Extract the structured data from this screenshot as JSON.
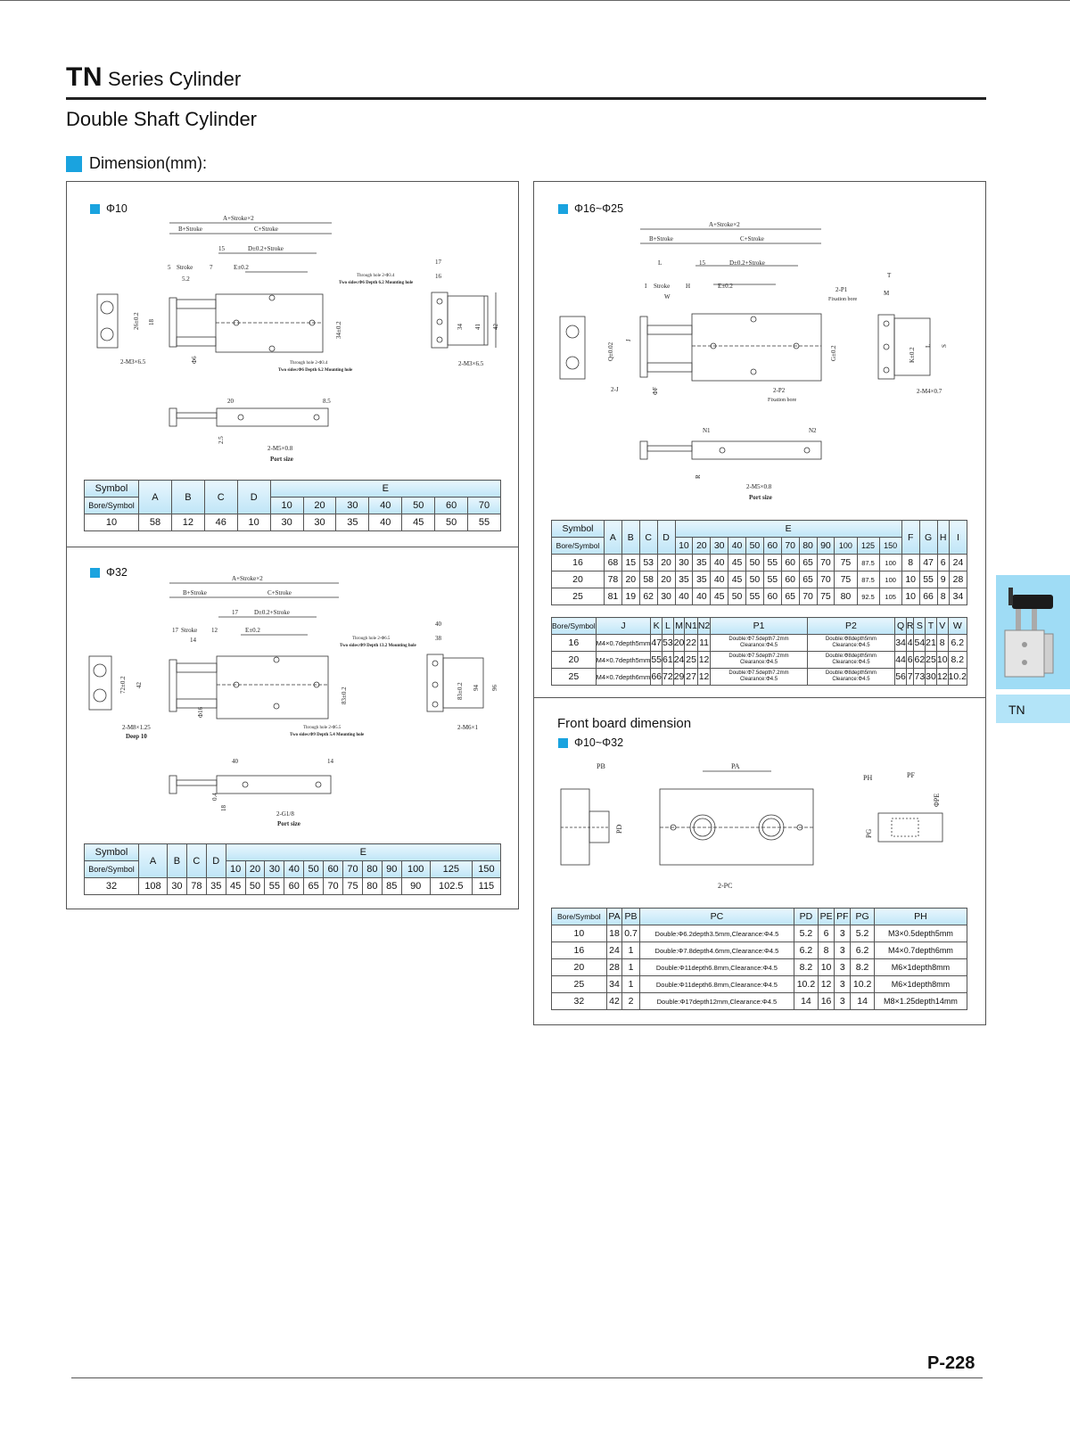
{
  "header": {
    "brand": "TN",
    "series": "Series Cylinder",
    "subtitle": "Double Shaft Cylinder",
    "section": "Dimension(mm):"
  },
  "panel10": {
    "label": "Φ10",
    "drawing": {
      "a_stroke": "A+Stroke×2",
      "b_stroke": "B+Stroke",
      "c_stroke": "C+Stroke",
      "d_stroke": "D±0.2+Stroke",
      "e": "E±0.2",
      "stroke": "Stroke",
      "dim_15": "15",
      "dim_5": "5",
      "dim_7": "7",
      "dim_52": "5.2",
      "dim_26": "26±0.2",
      "dim_18": "18",
      "dim_phi6": "Φ6",
      "dim_34": "34±0.2",
      "dim_17": "17",
      "dim_16": "16",
      "dim_34b": "34",
      "dim_41": "41",
      "dim_42": "42",
      "thread_left": "2-M3×6.5",
      "thread_right": "2-M3×6.5",
      "hole_note1": "Through hole 2-Φ3.4",
      "hole_note1b": "Two sides:Φ6 Depth 6.2 Mounting hole",
      "hole_note2": "Through hole 2-Φ3.4",
      "hole_note2b": "Two sides:Φ6 Depth 6.2 Mounting hole",
      "dim_20": "20",
      "dim_85": "8.5",
      "dim_25": "2.5",
      "port": "2-M5×0.8",
      "port_size": "Port size"
    },
    "table": {
      "h_symbol": "Symbol",
      "h_bore": "Bore/Symbol",
      "cols": [
        "A",
        "B",
        "C",
        "D"
      ],
      "h_e": "E",
      "e_cols": [
        "10",
        "20",
        "30",
        "40",
        "50",
        "60",
        "70"
      ],
      "rows": [
        [
          "10",
          "58",
          "12",
          "46",
          "10",
          "30",
          "30",
          "35",
          "40",
          "45",
          "50",
          "55"
        ]
      ]
    }
  },
  "panel32": {
    "label": "Φ32",
    "drawing": {
      "a_stroke": "A+Stroke×2",
      "b_stroke": "B+Stroke",
      "c_stroke": "C+Stroke",
      "d_stroke": "D±0.2+Stroke",
      "e": "E±0.2",
      "stroke": "Stroke",
      "dim_17": "17",
      "dim_17b": "17",
      "dim_12": "12",
      "dim_14": "14",
      "dim_72": "72±0.2",
      "dim_42": "42",
      "dim_phi16": "Φ16",
      "dim_83": "83±0.2",
      "dim_40": "40",
      "dim_38": "38",
      "dim_83b": "83±0.2",
      "dim_94": "94",
      "dim_96": "96",
      "thread_left": "2-M8×1.25",
      "thread_left2": "Deep 10",
      "thread_right": "2-M6×1",
      "hole_note1": "Through hole 2-Φ6.5",
      "hole_note1b": "Two sides:Φ9 Depth 13.2 Mounting hole",
      "hole_note2": "Through hole 2-Φ5.5",
      "hole_note2b": "Two sides:Φ9 Depth 5.4 Mounting hole",
      "dim_40b": "40",
      "dim_14b": "14",
      "dim_18": "18",
      "dim_04": "0.4",
      "port": "2-G1/8",
      "port_size": "Port size"
    },
    "table": {
      "h_symbol": "Symbol",
      "h_bore": "Bore/Symbol",
      "cols": [
        "A",
        "B",
        "C",
        "D"
      ],
      "h_e": "E",
      "e_cols": [
        "10",
        "20",
        "30",
        "40",
        "50",
        "60",
        "70",
        "80",
        "90",
        "100",
        "125",
        "150"
      ],
      "rows": [
        [
          "32",
          "108",
          "30",
          "78",
          "35",
          "45",
          "50",
          "55",
          "60",
          "65",
          "70",
          "75",
          "80",
          "85",
          "90",
          "102.5",
          "115"
        ]
      ]
    }
  },
  "panel16": {
    "label": "Φ16~Φ25",
    "drawing": {
      "a_stroke": "A+Stroke×2",
      "b_stroke": "B+Stroke",
      "c_stroke": "C+Stroke",
      "d_stroke": "D±0.2+Stroke",
      "e": "E±0.2",
      "stroke": "Stroke",
      "l": "L",
      "dim_15": "15",
      "h": "H",
      "w": "W",
      "i": "I",
      "q": "Q±0.02",
      "j": "J",
      "g": "G±0.2",
      "f": "ΦF",
      "p1": "2-P1",
      "p1_note": "Fixation bore",
      "p2": "2-P2",
      "p2_note": "Fixation bore",
      "twoj": "2-J",
      "t": "T",
      "m": "M",
      "k": "K±0.2",
      "l2": "L",
      "s": "S",
      "thread_right": "2-M4×0.7",
      "n1": "N1",
      "n2": "N2",
      "r": "R",
      "port": "2-M5×0.8",
      "port_size": "Port size"
    },
    "table1": {
      "h_symbol": "Symbol",
      "h_bore": "Bore/Symbol",
      "cols": [
        "A",
        "B",
        "C",
        "D"
      ],
      "h_e": "E",
      "e_cols": [
        "10",
        "20",
        "30",
        "40",
        "50",
        "60",
        "70",
        "80",
        "90",
        "100",
        "125",
        "150"
      ],
      "tail": [
        "F",
        "G",
        "H",
        "I"
      ],
      "rows": [
        [
          "16",
          "68",
          "15",
          "53",
          "20",
          "30",
          "35",
          "40",
          "45",
          "50",
          "55",
          "60",
          "65",
          "70",
          "75",
          "87.5",
          "100",
          "8",
          "47",
          "6",
          "24"
        ],
        [
          "20",
          "78",
          "20",
          "58",
          "20",
          "35",
          "35",
          "40",
          "45",
          "50",
          "55",
          "60",
          "65",
          "70",
          "75",
          "87.5",
          "100",
          "10",
          "55",
          "9",
          "28"
        ],
        [
          "25",
          "81",
          "19",
          "62",
          "30",
          "40",
          "40",
          "45",
          "50",
          "55",
          "60",
          "65",
          "70",
          "75",
          "80",
          "92.5",
          "105",
          "10",
          "66",
          "8",
          "34"
        ]
      ]
    },
    "table2": {
      "cols": [
        "Bore/Symbol",
        "J",
        "K",
        "L",
        "M",
        "N1",
        "N2",
        "P1",
        "P2",
        "Q",
        "R",
        "S",
        "T",
        "V",
        "W"
      ],
      "rows": [
        [
          "16",
          "M4×0.7depth5mm",
          "47",
          "53",
          "20",
          "22",
          "11",
          "Double:Φ7.5depth7.2mm Clearance:Φ4.5",
          "Double:Φ8depth5mm Clearance:Φ4.5",
          "34",
          "4",
          "54",
          "21",
          "8",
          "6.2"
        ],
        [
          "20",
          "M4×0.7depth5mm",
          "55",
          "61",
          "24",
          "25",
          "12",
          "Double:Φ7.5depth7.2mm Clearance:Φ4.5",
          "Double:Φ8depth5mm Clearance:Φ4.5",
          "44",
          "6",
          "62",
          "25",
          "10",
          "8.2"
        ],
        [
          "25",
          "M4×0.7depth6mm",
          "66",
          "72",
          "29",
          "27",
          "12",
          "Double:Φ7.5depth7.2mm Clearance:Φ4.5",
          "Double:Φ8depth5mm Clearance:Φ4.5",
          "56",
          "7",
          "73",
          "30",
          "12",
          "10.2"
        ]
      ]
    }
  },
  "front": {
    "title": "Front board dimension",
    "label": "Φ10~Φ32",
    "drawing": {
      "pb": "PB",
      "pd": "PD",
      "pa": "PA",
      "pc": "2-PC",
      "ph": "PH",
      "pf": "PF",
      "pe": "ΦPE",
      "pg": "PG"
    },
    "table": {
      "cols": [
        "Bore/Symbol",
        "PA",
        "PB",
        "PC",
        "PD",
        "PE",
        "PF",
        "PG",
        "PH"
      ],
      "rows": [
        [
          "10",
          "18",
          "0.7",
          "Double:Φ6.2depth3.5mm,Clearance:Φ4.5",
          "5.2",
          "6",
          "3",
          "5.2",
          "M3×0.5depth5mm"
        ],
        [
          "16",
          "24",
          "1",
          "Double:Φ7.8depth4.6mm,Clearance:Φ4.5",
          "6.2",
          "8",
          "3",
          "6.2",
          "M4×0.7depth6mm"
        ],
        [
          "20",
          "28",
          "1",
          "Double:Φ11depth6.8mm,Clearance:Φ4.5",
          "8.2",
          "10",
          "3",
          "8.2",
          "M6×1depth8mm"
        ],
        [
          "25",
          "34",
          "1",
          "Double:Φ11depth6.8mm,Clearance:Φ4.5",
          "10.2",
          "12",
          "3",
          "10.2",
          "M6×1depth8mm"
        ],
        [
          "32",
          "42",
          "2",
          "Double:Φ17depth12mm,Clearance:Φ4.5",
          "14",
          "16",
          "3",
          "14",
          "M8×1.25depth14mm"
        ]
      ]
    }
  },
  "sidebar": {
    "tab": "TN"
  },
  "footer": {
    "page": "P-228"
  }
}
